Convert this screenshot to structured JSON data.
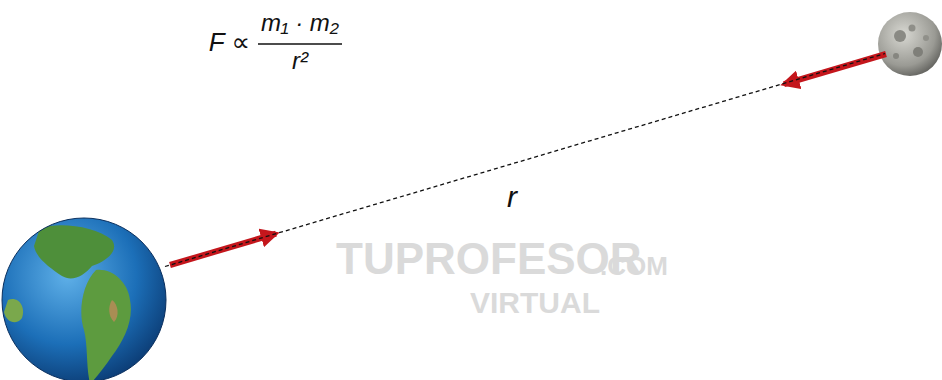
{
  "diagram": {
    "labels": [
      "F ∝",
      "m₁ · m₂",
      "r²",
      "r",
      "TUPROFESOR",
      ".COM",
      "VIRTUAL"
    ]
  }
}
